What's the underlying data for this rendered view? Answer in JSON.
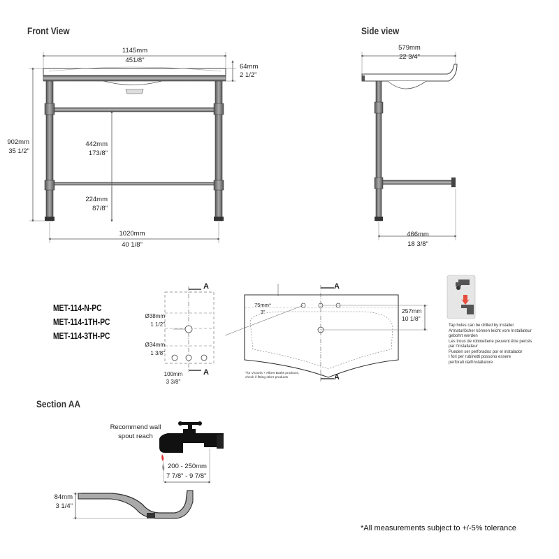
{
  "front_view": {
    "title": "Front View",
    "width_top": {
      "mm": "1145mm",
      "in": "451/8\""
    },
    "top_thickness": {
      "mm": "64mm",
      "in": "2 1/2\""
    },
    "height": {
      "mm": "902mm",
      "in": "35 1/2\""
    },
    "rail_upper": {
      "mm": "442mm",
      "in": "173/8\""
    },
    "rail_lower": {
      "mm": "224mm",
      "in": "87/8\""
    },
    "width_legs": {
      "mm": "1020mm",
      "in": "40 1/8\""
    }
  },
  "side_view": {
    "title": "Side view",
    "depth_top": {
      "mm": "579mm",
      "in": "22 3/4\""
    },
    "depth_legs": {
      "mm": "466mm",
      "in": "18 3/8\""
    }
  },
  "models": [
    "MET-114-N-PC",
    "MET-114-1TH-PC",
    "MET-114-3TH-PC"
  ],
  "hole_detail": {
    "marker_a": "A",
    "hole_38": {
      "mm": "Ø38mm",
      "in": "1 1/2\""
    },
    "hole_34": {
      "mm": "Ø34mm",
      "in": "1 3/8\""
    },
    "spacing": {
      "mm": "100mm",
      "in": "3 3/8\""
    }
  },
  "basin_plan": {
    "marker_a": "A",
    "spacing": {
      "mm": "75mm*",
      "in": "3\""
    },
    "depth": {
      "mm": "257mm",
      "in": "10 1/8\""
    },
    "footnote_1": "*for Victoria + Albert Baths products,",
    "footnote_2": "check if fitting other products"
  },
  "tap_note": {
    "lines": [
      "Tap holes can be drilled by installer",
      "Armaturlöcher können leicht vom Installateur",
      "gebohrt werden",
      "Les trous de robinetterie peuvent être percés",
      "par l'installateur",
      "Pueden ser perforados por el instalador",
      "I fori per rubinetti possono essere",
      "perforati dall'installatore"
    ]
  },
  "section": {
    "title": "Section AA",
    "recommend_1": "Recommend wall",
    "recommend_2": "spout reach",
    "reach": {
      "mm": "200 - 250mm",
      "in": "7 7/8\" - 9 7/8\""
    },
    "depth": {
      "mm": "84mm",
      "in": "3 1/4\""
    }
  },
  "tolerance_note": "*All measurements subject to +/-5% tolerance"
}
